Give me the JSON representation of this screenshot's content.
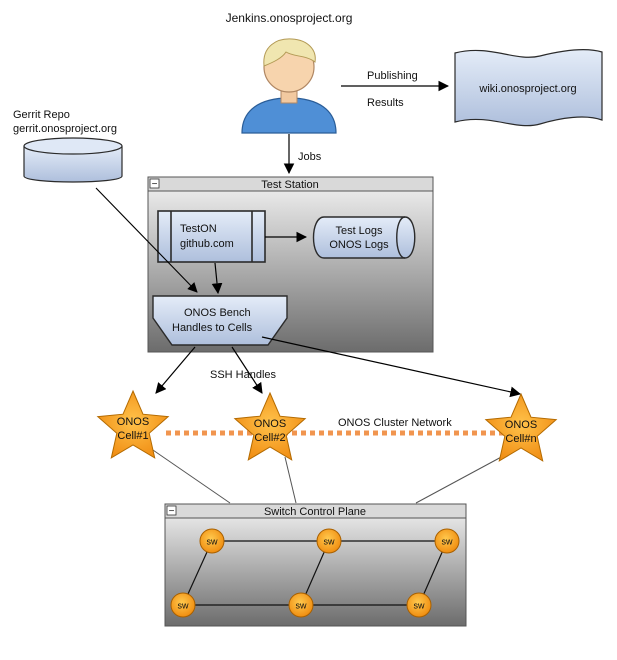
{
  "jenkins": {
    "label": "Jenkins.onosproject.org"
  },
  "wiki": {
    "label": "wiki.onosproject.org"
  },
  "gerrit": {
    "line1": "Gerrit Repo",
    "line2": "gerrit.onosproject.org"
  },
  "edges": {
    "publishing": "Publishing",
    "results": "Results",
    "jobs": "Jobs",
    "ssh": "SSH Handles",
    "cluster": "ONOS Cluster Network"
  },
  "test_station": {
    "title": "Test Station",
    "collapse": "−"
  },
  "teston": {
    "line1": "TestON",
    "line2": "github.com"
  },
  "logs": {
    "line1": "Test Logs",
    "line2": "ONOS Logs"
  },
  "bench": {
    "line1": "ONOS Bench",
    "line2": "Handles to Cells"
  },
  "cells": [
    {
      "line1": "ONOS",
      "line2": "Cell#1"
    },
    {
      "line1": "ONOS",
      "line2": "Cell#2"
    },
    {
      "line1": "ONOS",
      "line2": "Cell#n"
    }
  ],
  "switch_plane": {
    "title": "Switch Control Plane",
    "collapse": "−"
  },
  "switches": [
    "sw",
    "sw",
    "sw",
    "sw",
    "sw",
    "sw"
  ],
  "colors": {
    "box_fill": "#c8d8ee",
    "box_stroke": "#2b2b2b",
    "star": "#f5a623",
    "cluster_link": "#f08a3c",
    "panel_top": "#f2f2f2",
    "panel_bottom": "#6b6b6b"
  }
}
